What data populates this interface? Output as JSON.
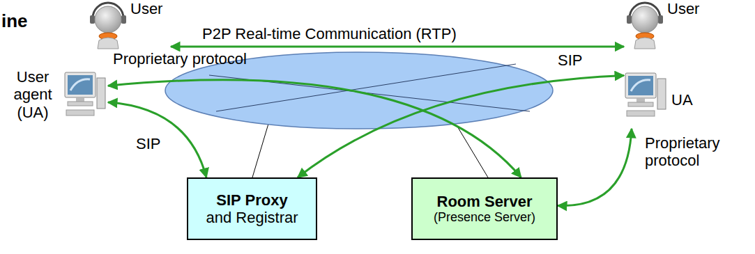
{
  "diagram": {
    "nodes": [
      {
        "text": [
          "User"
        ]
      },
      {
        "text": [
          "User"
        ]
      },
      {
        "text": [
          "User agent (UA)"
        ]
      },
      {
        "text": [
          "UA"
        ]
      },
      {
        "text": [
          "SIP Proxy",
          "and Registrar"
        ]
      },
      {
        "text": [
          "Room Server",
          "(Presence Server)"
        ]
      }
    ],
    "edges": [
      {
        "from": 0,
        "to": 1,
        "label": "P2P Real-time Communication (RTP)",
        "arrow": "both"
      },
      {
        "from": 2,
        "to": 4,
        "label": "SIP",
        "arrow": "both"
      },
      {
        "from": 2,
        "to": 5,
        "label": "Proprietary protocol",
        "arrow": "both"
      },
      {
        "from": 3,
        "to": 4,
        "label": "SIP",
        "arrow": "both"
      },
      {
        "from": 3,
        "to": 5,
        "label": "Proprietary protocol",
        "arrow": "both"
      }
    ],
    "labels": [
      "ine"
    ]
  }
}
